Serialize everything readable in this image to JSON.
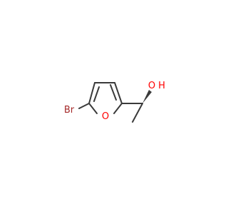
{
  "molecule": {
    "atoms": {
      "br": {
        "label": "Br",
        "color": "#a52a2a"
      },
      "o_ring": {
        "label": "O",
        "color": "#ff0000"
      },
      "o_hydroxyl": {
        "label": "O",
        "color": "#ff0000"
      },
      "h_hydroxyl": {
        "label": "H",
        "color": "#ff0000"
      }
    },
    "bond_color": "#3a3a3a",
    "stereo": {
      "wedge_bond": "C-O (hydroxyl)"
    }
  }
}
